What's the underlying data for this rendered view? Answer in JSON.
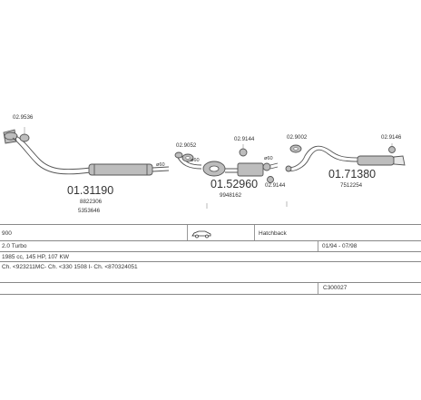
{
  "diagram": {
    "parts": [
      {
        "number": "01.31190",
        "oe": [
          "8822306",
          "5353646"
        ]
      },
      {
        "number": "01.52960",
        "oe": [
          "9948162"
        ]
      },
      {
        "number": "01.71380",
        "oe": [
          "7512254"
        ]
      }
    ],
    "fittings": {
      "clamp_1": "02.9536",
      "gasket_1": "02.9052",
      "hanger_1": "02.9144",
      "hanger_2": "02.9144",
      "gasket_2": "02.9002",
      "hanger_3": "02.9146"
    },
    "diameters": {
      "d1": "ø60",
      "d2": "ø60",
      "d3": "ø60"
    }
  },
  "info": {
    "model": "900",
    "body": "Hatchback",
    "engine": "2.0 Turbo",
    "years": "01/94 - 07/98",
    "specs": "1985 cc, 145 HP, 107 KW",
    "chassis": "Ch. <923211MC- Ch. <330 1508 I- Ch. <870324051",
    "code": "C300027"
  }
}
